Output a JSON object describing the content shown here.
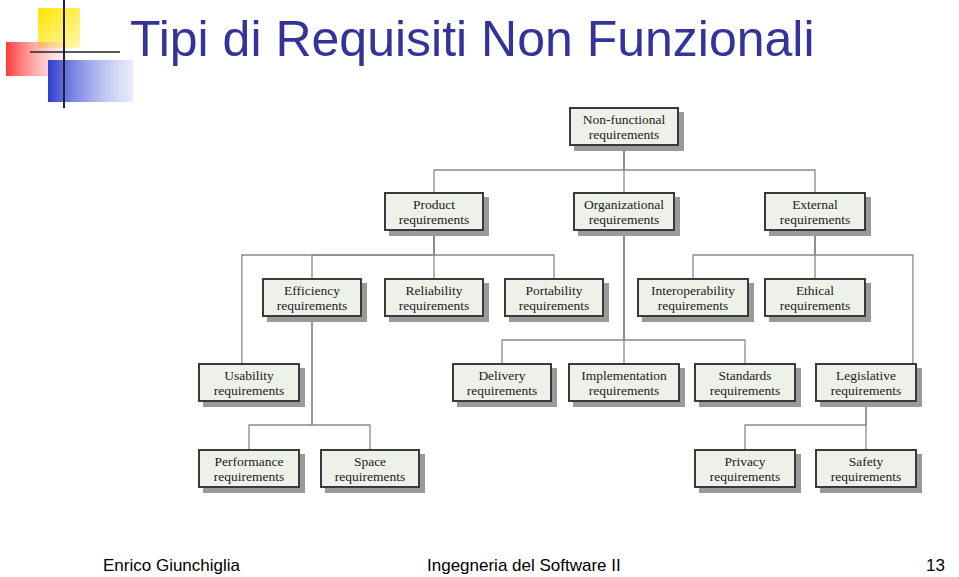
{
  "diagram": {
    "title": "Tipi di Requisiti Non Funzionali",
    "nodes": [
      {
        "text": [
          "Non-functional requirements"
        ]
      },
      {
        "text": [
          "Product requirements"
        ]
      },
      {
        "text": [
          "Organizational requirements"
        ]
      },
      {
        "text": [
          "External requirements"
        ]
      },
      {
        "text": [
          "Efficiency requirements"
        ]
      },
      {
        "text": [
          "Reliability requirements"
        ]
      },
      {
        "text": [
          "Portability requirements"
        ]
      },
      {
        "text": [
          "Interoperability requirements"
        ]
      },
      {
        "text": [
          "Ethical requirements"
        ]
      },
      {
        "text": [
          "Usability requirements"
        ]
      },
      {
        "text": [
          "Delivery requirements"
        ]
      },
      {
        "text": [
          "Implementation requirements"
        ]
      },
      {
        "text": [
          "Standards requirements"
        ]
      },
      {
        "text": [
          "Legislative requirements"
        ]
      },
      {
        "text": [
          "Performance requirements"
        ]
      },
      {
        "text": [
          "Space requirements"
        ]
      },
      {
        "text": [
          "Privacy requirements"
        ]
      },
      {
        "text": [
          "Safety requirements"
        ]
      }
    ],
    "edges": [
      {
        "from": 0,
        "to": 1,
        "arrow": "none"
      },
      {
        "from": 0,
        "to": 2,
        "arrow": "none"
      },
      {
        "from": 0,
        "to": 3,
        "arrow": "none"
      },
      {
        "from": 1,
        "to": 4,
        "arrow": "none"
      },
      {
        "from": 1,
        "to": 5,
        "arrow": "none"
      },
      {
        "from": 1,
        "to": 6,
        "arrow": "none"
      },
      {
        "from": 1,
        "to": 9,
        "arrow": "none"
      },
      {
        "from": 2,
        "to": 10,
        "arrow": "none"
      },
      {
        "from": 2,
        "to": 11,
        "arrow": "none"
      },
      {
        "from": 2,
        "to": 12,
        "arrow": "none"
      },
      {
        "from": 3,
        "to": 7,
        "arrow": "none"
      },
      {
        "from": 3,
        "to": 8,
        "arrow": "none"
      },
      {
        "from": 3,
        "to": 13,
        "arrow": "none"
      },
      {
        "from": 4,
        "to": 14,
        "arrow": "none"
      },
      {
        "from": 4,
        "to": 15,
        "arrow": "none"
      },
      {
        "from": 13,
        "to": 16,
        "arrow": "none"
      },
      {
        "from": 13,
        "to": 17,
        "arrow": "none"
      }
    ],
    "labels": [
      "Enrico Giunchiglia",
      "Ingegneria del Software II",
      "13"
    ]
  }
}
